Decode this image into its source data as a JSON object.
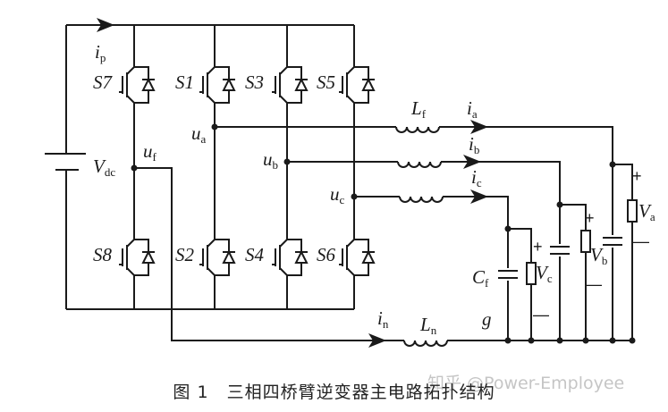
{
  "diagram": {
    "switches": [
      "S7",
      "S1",
      "S3",
      "S5",
      "S8",
      "S2",
      "S4",
      "S6"
    ],
    "labels": {
      "ip": {
        "main": "i",
        "sub": "p"
      },
      "in": {
        "main": "i",
        "sub": "n"
      },
      "vdc": {
        "main": "V",
        "sub": "dc"
      },
      "uf": {
        "main": "u",
        "sub": "f"
      },
      "ua": {
        "main": "u",
        "sub": "a"
      },
      "ub": {
        "main": "u",
        "sub": "b"
      },
      "uc": {
        "main": "u",
        "sub": "c"
      },
      "lf": {
        "main": "L",
        "sub": "f"
      },
      "ln": {
        "main": "L",
        "sub": "n"
      },
      "cf": {
        "main": "C",
        "sub": "f"
      },
      "ia": {
        "main": "i",
        "sub": "a"
      },
      "ib": {
        "main": "i",
        "sub": "b"
      },
      "ic": {
        "main": "i",
        "sub": "c"
      },
      "va": {
        "main": "V",
        "sub": "a"
      },
      "vb": {
        "main": "V",
        "sub": "b"
      },
      "vc": {
        "main": "V",
        "sub": "c"
      },
      "g": "g",
      "plus": "+",
      "minus": "—"
    }
  },
  "caption": {
    "number": "图 1",
    "title": "三相四桥臂逆变器主电路拓扑结构"
  },
  "watermark": "知乎 @Power-Employee"
}
